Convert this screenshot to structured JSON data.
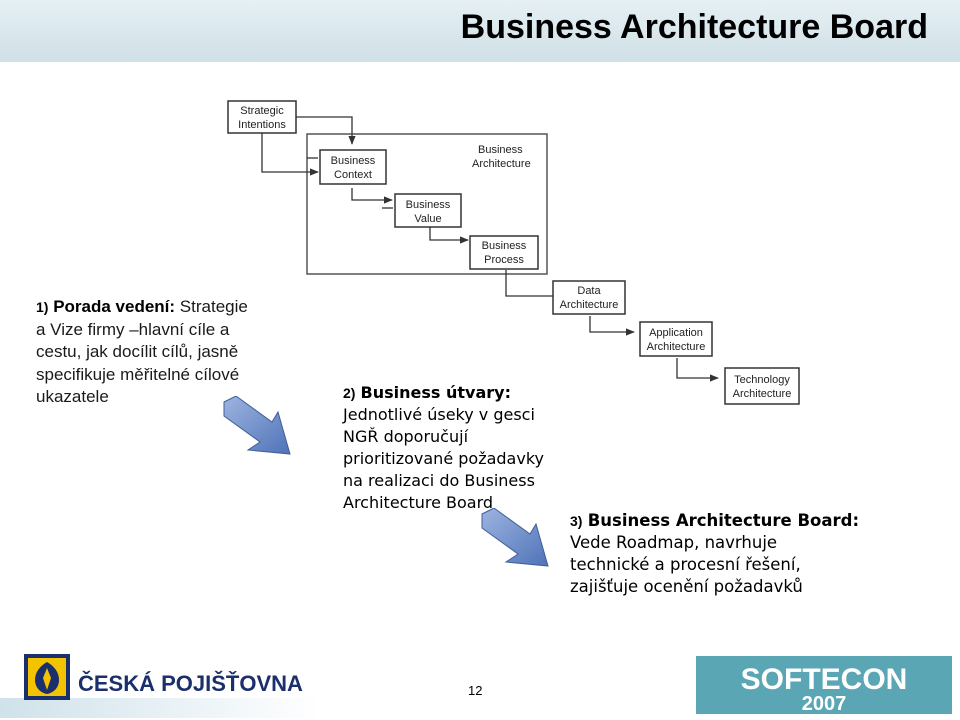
{
  "page": {
    "title": "Business Architecture Board",
    "page_number": "12"
  },
  "diagram": {
    "boxes": {
      "strategic_intentions": [
        "Strategic",
        "Intentions"
      ],
      "business_context": [
        "Business",
        "Context"
      ],
      "business_architecture": [
        "Business",
        "Architecture"
      ],
      "business_value": [
        "Business",
        "Value"
      ],
      "business_process": [
        "Business",
        "Process"
      ],
      "data_architecture": [
        "Data",
        "Architecture"
      ],
      "application_architecture": [
        "Application",
        "Architecture"
      ],
      "technology_architecture": [
        "Technology",
        "Architecture"
      ]
    }
  },
  "steps": {
    "step1": {
      "number": "1)",
      "heading": "Porada vedení:",
      "text_line1_rest": "Strategie",
      "text_line2": "a Vize firmy –hlavní cíle a",
      "text_line3": "cestu, jak docílit cílů, jasně",
      "text_line4": "specifikuje měřitelné cílové",
      "text_line5": "ukazatele"
    },
    "step2": {
      "number": "2)",
      "heading": "Business útvary:",
      "lines": [
        "Jednotlivé úseky v gesci",
        "NGŘ doporučují",
        "prioritizované požadavky",
        "na realizaci do Business",
        "Architecture Board"
      ]
    },
    "step3": {
      "number": "3)",
      "heading": "Business Architecture Board:",
      "lines": [
        "Vede Roadmap, navrhuje",
        "technické a procesní řešení,",
        "zajišťuje ocenění požadavků"
      ]
    }
  },
  "footer": {
    "left_logo_text": "ČESKÁ POJIŠŤOVNA",
    "right_logo_text": [
      "SOFTECON",
      "2007"
    ]
  },
  "colors": {
    "arrow": "#6f8fc9",
    "header_band": "#d6e6ec",
    "softecon_bg": "#5ba6b4"
  },
  "icons": {
    "step_arrow": "arrow-down-right-icon"
  }
}
